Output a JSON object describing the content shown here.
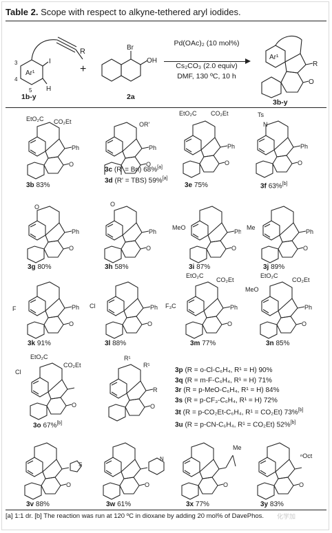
{
  "table": {
    "number": "Table 2.",
    "title": "Scope with respect to alkyne-tethered aryl iodides."
  },
  "scheme": {
    "reactant1_label": "1b-y",
    "reactant2_label": "2a",
    "product_label": "3b-y",
    "plus": "+",
    "conditions": [
      "Pd(OAc)₂ (10 mol%)",
      "Cs₂CO₃ (2.0 equiv)",
      "DMF, 130 ºC, 10 h"
    ],
    "atoms": {
      "I": "I",
      "H": "H",
      "R": "R",
      "Br": "Br",
      "OH": "OH",
      "O": "O",
      "Ar1": "Ar¹",
      "n3": "3",
      "n4": "4",
      "n5": "5"
    }
  },
  "entries": [
    {
      "id": "3b",
      "yield": "83%"
    },
    {
      "id": "3c",
      "text": " (R' = Bn) 68%",
      "note": "[a]"
    },
    {
      "id": "3d",
      "text": " (R' = TBS) 59%",
      "note": "[a]"
    },
    {
      "id": "3e",
      "yield": "75%"
    },
    {
      "id": "3f",
      "yield": "63%",
      "note": "[b]"
    },
    {
      "id": "3g",
      "yield": "80%"
    },
    {
      "id": "3h",
      "yield": "58%"
    },
    {
      "id": "3i",
      "yield": "87%"
    },
    {
      "id": "3j",
      "yield": "89%"
    },
    {
      "id": "3k",
      "yield": "91%"
    },
    {
      "id": "3l",
      "yield": "88%"
    },
    {
      "id": "3m",
      "yield": "77%"
    },
    {
      "id": "3n",
      "yield": "85%"
    },
    {
      "id": "3o",
      "yield": "67%",
      "note": "[b]"
    },
    {
      "id": "3v",
      "yield": "88%"
    },
    {
      "id": "3w",
      "yield": "61%"
    },
    {
      "id": "3x",
      "yield": "77%"
    },
    {
      "id": "3y",
      "yield": "83%"
    }
  ],
  "substituents": {
    "CO2Et": "CO₂Et",
    "EtO2C": "EtO₂C",
    "Ph": "Ph",
    "OR": "OR'",
    "Ts": "Ts",
    "N": "N",
    "O": "O",
    "MeO": "MeO",
    "Me": "Me",
    "F": "F",
    "Cl": "Cl",
    "F3C": "F₃C",
    "R": "R",
    "R1": "R¹",
    "nOct": "ⁿOct"
  },
  "series_list": [
    {
      "id": "3p",
      "text": " (R = o-Cl-C₆H₄, R¹ = H)  90%"
    },
    {
      "id": "3q",
      "text": " (R = m-F-C₆H₄, R¹ = H)  71%"
    },
    {
      "id": "3r",
      "text": " (R = p-MeO-C₆H₄, R¹ = H)  84%"
    },
    {
      "id": "3s",
      "text": " (R = p-CF₃-C₆H₄, R¹ = H)  72%"
    },
    {
      "id": "3t",
      "text": " (R = p-CO₂Et-C₆H₄, R¹ = CO₂Et)  73%",
      "note": "[b]"
    },
    {
      "id": "3u",
      "text": " (R = p-CN-C₆H₄, R¹ = CO₂Et)  52%",
      "note": "[b]"
    }
  ],
  "footnote": "[a] 1:1 dr. [b] The reaction was run at 120 ºC in dioxane by adding 20 mol% of DavePhos.",
  "watermark": "化学加"
}
